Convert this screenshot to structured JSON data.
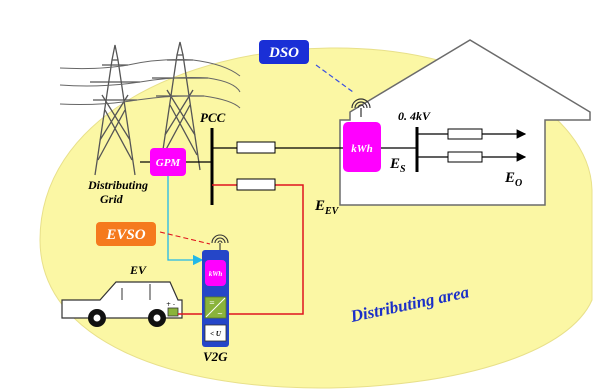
{
  "labels": {
    "dso": "DSO",
    "pcc": "PCC",
    "v04kv": "0. 4kV",
    "gpm": "GPM",
    "kwh_main": "kWh",
    "es": "E",
    "es_sub": "S",
    "eo": "E",
    "eo_sub": "O",
    "eev": "E",
    "eev_sub": "EV",
    "grid_line1": "Distributing",
    "grid_line2": "Grid",
    "evso": "EVSO",
    "ev": "EV",
    "kwh_small": "kWh",
    "lt_u": "< U",
    "v2g": "V2G",
    "area": "Distributing area"
  },
  "colors": {
    "area_fill": "#fbf7a4",
    "magenta": "#ff00ff",
    "dso_blue": "#1a2fd6",
    "evso_orange": "#f57a1e",
    "v2g_blue": "#2546c8",
    "converter_green": "#8ab33a",
    "red_line": "#e0141e",
    "cyan_line": "#22b8e8",
    "area_text": "#1b2fc8"
  }
}
